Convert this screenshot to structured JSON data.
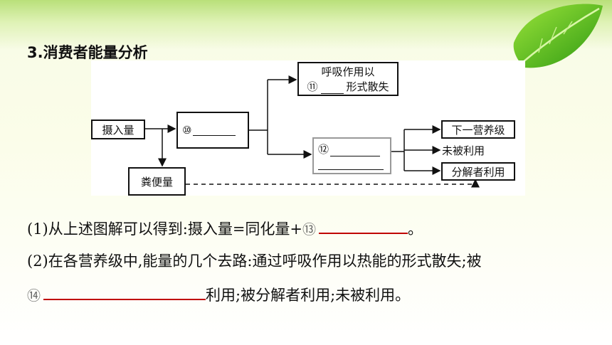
{
  "section_title": "3.消费者能量分析",
  "diagram": {
    "intake": "摄入量",
    "assimilation_marker": "⑩",
    "respiration_line1": "呼吸作用以",
    "respiration_marker": "⑪",
    "respiration_line2_suffix": "形式散失",
    "growth_marker": "⑫",
    "next_level": "下一营养级",
    "unused": "未被利用",
    "decomposer": "分解者利用",
    "feces": "粪便量"
  },
  "q1": {
    "text": "(1)从上述图解可以得到:摄入量=同化量+",
    "marker": "⑬",
    "end": "。"
  },
  "q2": {
    "line1": "(2)在各营养级中,能量的几个去路:通过呼吸作用以热能的形式散失;被",
    "marker": "⑭",
    "line2_suffix": "利用;被分解者利用;未被利用。"
  }
}
